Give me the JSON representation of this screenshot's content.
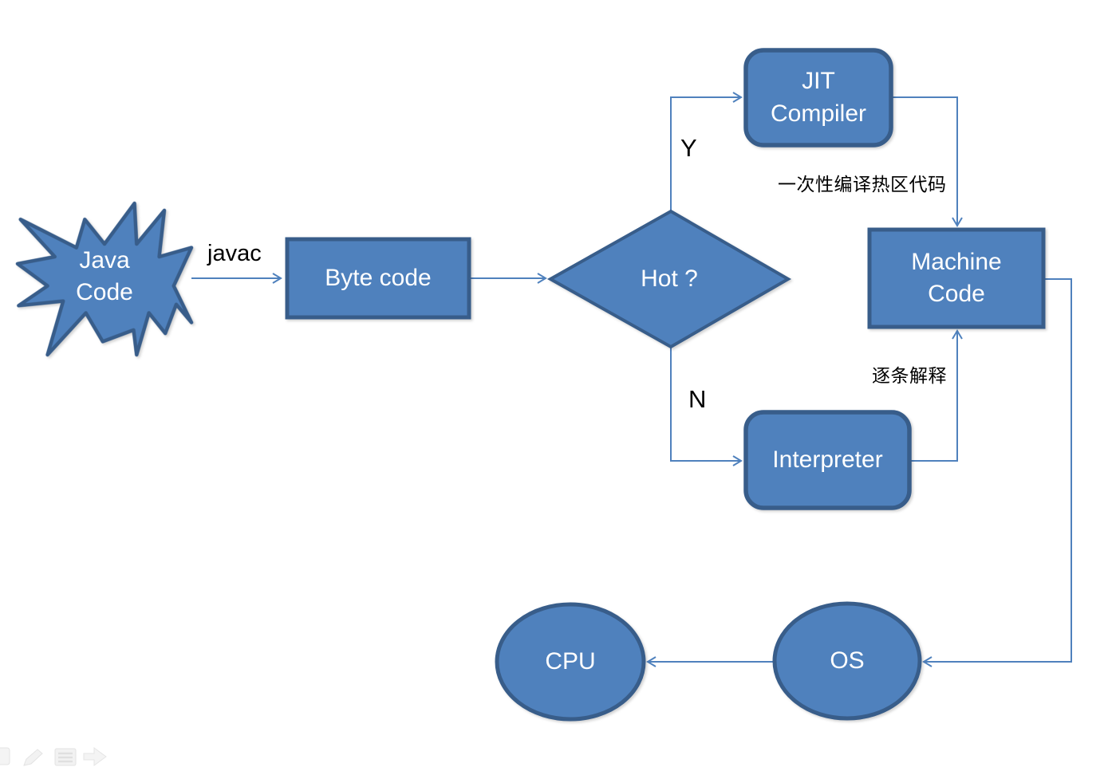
{
  "diagram": {
    "nodes": {
      "java_code": {
        "label": "Java Code",
        "shape": "explosion-star"
      },
      "byte_code": {
        "label": "Byte code",
        "shape": "rectangle"
      },
      "hot_decision": {
        "label": "Hot ?",
        "shape": "diamond"
      },
      "jit_compiler": {
        "label": "JIT Compiler",
        "shape": "rounded-rectangle"
      },
      "machine_code": {
        "label": "Machine Code",
        "shape": "rectangle"
      },
      "interpreter": {
        "label": "Interpreter",
        "shape": "rounded-rectangle"
      },
      "os": {
        "label": "OS",
        "shape": "ellipse"
      },
      "cpu": {
        "label": "CPU",
        "shape": "ellipse"
      }
    },
    "edge_labels": {
      "javac": "javac",
      "yes": "Y",
      "no": "N",
      "jit_note": "一次性编译热区代码",
      "interpret_note": "逐条解释"
    },
    "colors": {
      "shape_fill": "#4f81bd",
      "shape_border": "#385d8a",
      "connector": "#4f81bd",
      "shape_text": "#ffffff",
      "annotation_text": "#000000"
    }
  },
  "toolbar": {
    "icons": [
      "previous-slide",
      "pen",
      "menu",
      "next-slide"
    ]
  }
}
